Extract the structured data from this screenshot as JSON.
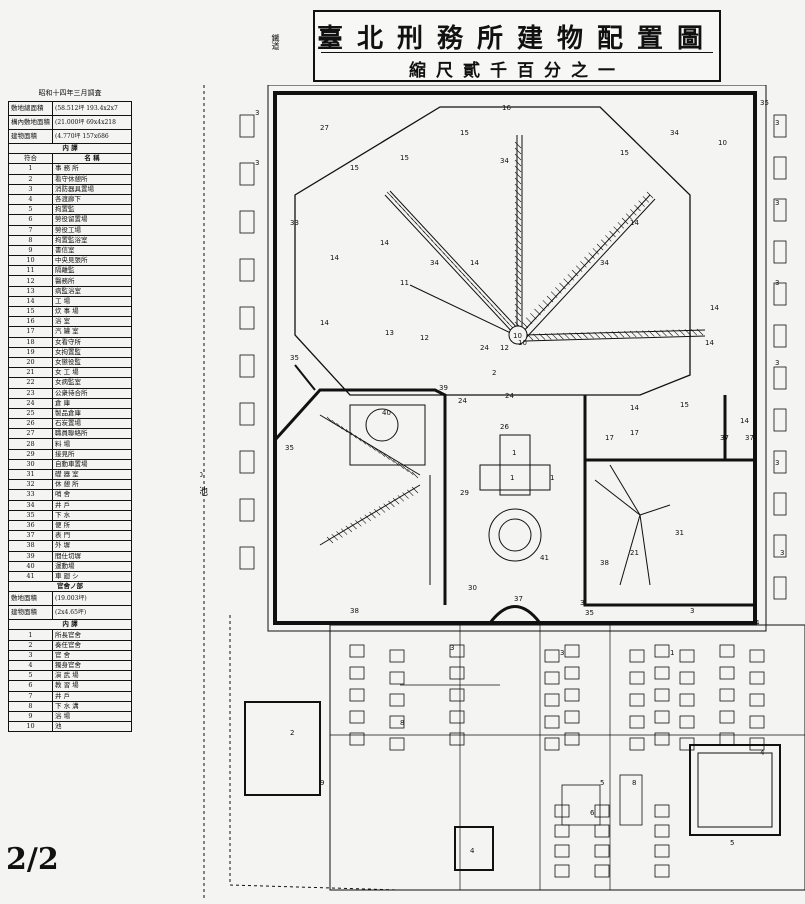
{
  "title": "臺北刑務所建物配置圖",
  "scale": "縮尺貳千百分之一",
  "side_tag": "鐵道",
  "pond_label": "池",
  "pond_number": "10",
  "legend": {
    "date": "昭和十四年三月調査",
    "summary": [
      {
        "label": "敷地總面積",
        "value": "(58.512坪 193.4x2x7"
      },
      {
        "label": "構內敷地面積",
        "value": "(21.000坪 69x4x218"
      },
      {
        "label": "建物面積",
        "value": "(4.770坪 157x686"
      }
    ],
    "header_detail": "内 譯",
    "col_headers": [
      "符合",
      "名 稱"
    ],
    "items": [
      {
        "n": "1",
        "name": "事 務 所"
      },
      {
        "n": "2",
        "name": "看守休憩所"
      },
      {
        "n": "3",
        "name": "消防器具置場"
      },
      {
        "n": "4",
        "name": "各渡廊下"
      },
      {
        "n": "5",
        "name": "拘置監"
      },
      {
        "n": "6",
        "name": "勞役留置場"
      },
      {
        "n": "7",
        "name": "勞役工場"
      },
      {
        "n": "8",
        "name": "拘置監浴室"
      },
      {
        "n": "9",
        "name": "書信室"
      },
      {
        "n": "10",
        "name": "中央見張所"
      },
      {
        "n": "11",
        "name": "隔離監"
      },
      {
        "n": "12",
        "name": "醫務所"
      },
      {
        "n": "13",
        "name": "病監浴室"
      },
      {
        "n": "14",
        "name": "工 場"
      },
      {
        "n": "15",
        "name": "炊 事 場"
      },
      {
        "n": "16",
        "name": "浴 室"
      },
      {
        "n": "17",
        "name": "汽 罐 室"
      },
      {
        "n": "18",
        "name": "女看守所"
      },
      {
        "n": "19",
        "name": "女拘置監"
      },
      {
        "n": "20",
        "name": "女懲役監"
      },
      {
        "n": "21",
        "name": "女 工 場"
      },
      {
        "n": "22",
        "name": "女病監室"
      },
      {
        "n": "23",
        "name": "公衆待合所"
      },
      {
        "n": "24",
        "name": "倉 庫"
      },
      {
        "n": "25",
        "name": "製品倉庫"
      },
      {
        "n": "26",
        "name": "石炭置場"
      },
      {
        "n": "27",
        "name": "職員聯絡所"
      },
      {
        "n": "28",
        "name": "料 場"
      },
      {
        "n": "29",
        "name": "接見所"
      },
      {
        "n": "30",
        "name": "自動車置場"
      },
      {
        "n": "31",
        "name": "礎 器 室"
      },
      {
        "n": "32",
        "name": "休 憩 所"
      },
      {
        "n": "33",
        "name": "哨 舍"
      },
      {
        "n": "34",
        "name": "井 戶"
      },
      {
        "n": "35",
        "name": "下 水"
      },
      {
        "n": "36",
        "name": "便 所"
      },
      {
        "n": "37",
        "name": "表 門"
      },
      {
        "n": "38",
        "name": "外 塀"
      },
      {
        "n": "39",
        "name": "間仕切塀"
      },
      {
        "n": "40",
        "name": "運動場"
      },
      {
        "n": "41",
        "name": "車 廻 シ"
      }
    ],
    "official_header": "官舍ノ部",
    "official_summary": [
      {
        "label": "敷地面積",
        "value": "(19.003坪)"
      },
      {
        "label": "建物面積",
        "value": "(2x4.65坪)"
      }
    ],
    "official_detail_header": "内 譯",
    "official_items": [
      {
        "n": "1",
        "name": "所長官舍"
      },
      {
        "n": "2",
        "name": "奏任官舍"
      },
      {
        "n": "3",
        "name": "官 舍"
      },
      {
        "n": "4",
        "name": "獨身官舍"
      },
      {
        "n": "5",
        "name": "演 武 場"
      },
      {
        "n": "6",
        "name": "教 習 場"
      },
      {
        "n": "7",
        "name": "井 戶"
      },
      {
        "n": "8",
        "name": "下 水 溝"
      },
      {
        "n": "9",
        "name": "浴 場"
      },
      {
        "n": "10",
        "name": "池"
      }
    ]
  },
  "page_mark": "2/2",
  "map": {
    "hub_number": "10",
    "labels": [
      "16",
      "15",
      "15",
      "15",
      "15",
      "34",
      "34",
      "34",
      "34",
      "33",
      "27",
      "14",
      "14",
      "14",
      "14",
      "14",
      "14",
      "14",
      "24",
      "12",
      "13",
      "11",
      "12",
      "10",
      "10",
      "35",
      "35",
      "35",
      "35",
      "39",
      "40",
      "24",
      "24",
      "15",
      "1",
      "1",
      "2",
      "1",
      "26",
      "21",
      "31",
      "29",
      "30",
      "37",
      "37",
      "41",
      "14",
      "14",
      "17",
      "17",
      "37",
      "38",
      "38",
      "3",
      "3",
      "3",
      "3",
      "3",
      "3",
      "3",
      "3",
      "3",
      "3",
      "3",
      "1",
      "2",
      "4",
      "4",
      "5",
      "6",
      "8",
      "8",
      "9",
      "3",
      "4",
      "5"
    ]
  }
}
